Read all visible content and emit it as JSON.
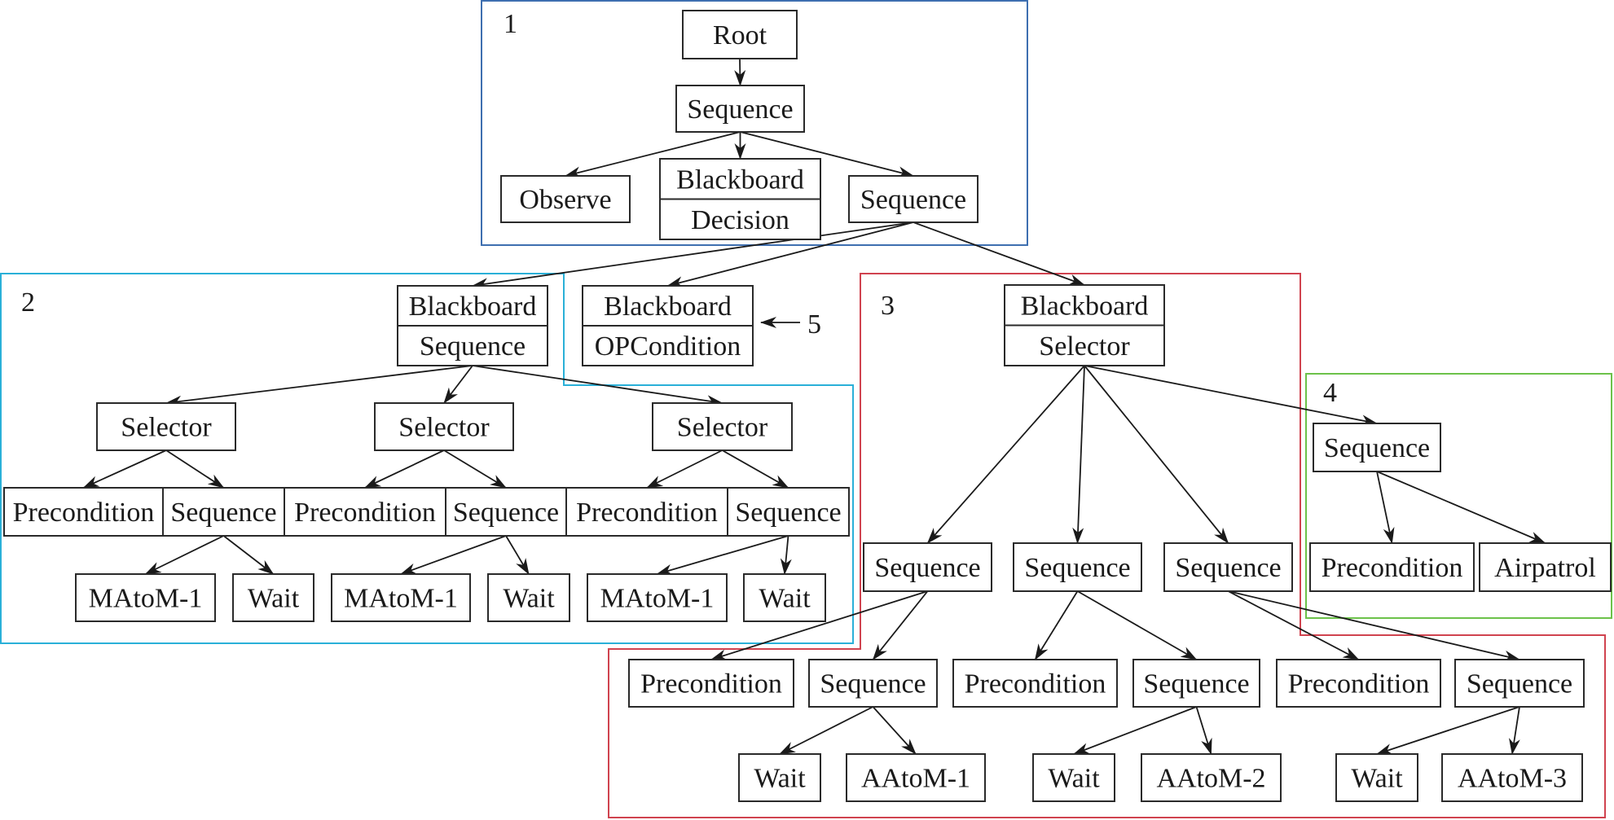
{
  "title": "Behavior tree with five labeled regions",
  "colors": {
    "region1": "#3e6fb0",
    "region2": "#2ab0d8",
    "region3": "#d0434f",
    "region4": "#6cc24a"
  },
  "regions": [
    {
      "id": "1",
      "label": "1"
    },
    {
      "id": "2",
      "label": "2"
    },
    {
      "id": "3",
      "label": "3"
    },
    {
      "id": "4",
      "label": "4"
    },
    {
      "id": "5",
      "label": "5",
      "points_to": "bb_opcond"
    }
  ],
  "nodes": [
    {
      "id": "root",
      "lines": [
        "Root"
      ]
    },
    {
      "id": "seq0",
      "lines": [
        "Sequence"
      ]
    },
    {
      "id": "observe",
      "lines": [
        "Observe"
      ]
    },
    {
      "id": "bb_decision",
      "lines": [
        "Blackboard",
        "Decision"
      ]
    },
    {
      "id": "seq1",
      "lines": [
        "Sequence"
      ]
    },
    {
      "id": "bb_seq",
      "lines": [
        "Blackboard",
        "Sequence"
      ]
    },
    {
      "id": "bb_opcond",
      "lines": [
        "Blackboard",
        "OPCondition"
      ]
    },
    {
      "id": "bb_sel",
      "lines": [
        "Blackboard",
        "Selector"
      ]
    },
    {
      "id": "sel_a",
      "lines": [
        "Selector"
      ]
    },
    {
      "id": "sel_b",
      "lines": [
        "Selector"
      ]
    },
    {
      "id": "sel_c",
      "lines": [
        "Selector"
      ]
    },
    {
      "id": "pre_a",
      "lines": [
        "Precondition"
      ]
    },
    {
      "id": "seq_a",
      "lines": [
        "Sequence"
      ]
    },
    {
      "id": "pre_b",
      "lines": [
        "Precondition"
      ]
    },
    {
      "id": "seq_b",
      "lines": [
        "Sequence"
      ]
    },
    {
      "id": "pre_c",
      "lines": [
        "Precondition"
      ]
    },
    {
      "id": "seq_c",
      "lines": [
        "Sequence"
      ]
    },
    {
      "id": "matom_a",
      "lines": [
        "MAtoM-1"
      ]
    },
    {
      "id": "wait_a",
      "lines": [
        "Wait"
      ]
    },
    {
      "id": "matom_b",
      "lines": [
        "MAtoM-1"
      ]
    },
    {
      "id": "wait_b",
      "lines": [
        "Wait"
      ]
    },
    {
      "id": "matom_c",
      "lines": [
        "MAtoM-1"
      ]
    },
    {
      "id": "wait_c",
      "lines": [
        "Wait"
      ]
    },
    {
      "id": "s3_seq1",
      "lines": [
        "Sequence"
      ]
    },
    {
      "id": "s3_seq2",
      "lines": [
        "Sequence"
      ]
    },
    {
      "id": "s3_seq3",
      "lines": [
        "Sequence"
      ]
    },
    {
      "id": "s3_pre1",
      "lines": [
        "Precondition"
      ]
    },
    {
      "id": "s3_sub1",
      "lines": [
        "Sequence"
      ]
    },
    {
      "id": "s3_pre2",
      "lines": [
        "Precondition"
      ]
    },
    {
      "id": "s3_sub2",
      "lines": [
        "Sequence"
      ]
    },
    {
      "id": "s3_pre3",
      "lines": [
        "Precondition"
      ]
    },
    {
      "id": "s3_sub3",
      "lines": [
        "Sequence"
      ]
    },
    {
      "id": "s3_wait1",
      "lines": [
        "Wait"
      ]
    },
    {
      "id": "aatom1",
      "lines": [
        "AAtoM-1"
      ]
    },
    {
      "id": "s3_wait2",
      "lines": [
        "Wait"
      ]
    },
    {
      "id": "aatom2",
      "lines": [
        "AAtoM-2"
      ]
    },
    {
      "id": "s3_wait3",
      "lines": [
        "Wait"
      ]
    },
    {
      "id": "aatom3",
      "lines": [
        "AAtoM-3"
      ]
    },
    {
      "id": "s4_seq",
      "lines": [
        "Sequence"
      ]
    },
    {
      "id": "s4_pre",
      "lines": [
        "Precondition"
      ]
    },
    {
      "id": "airpatrol",
      "lines": [
        "Airpatrol"
      ]
    }
  ],
  "edges": [
    [
      "root",
      "seq0"
    ],
    [
      "seq0",
      "observe"
    ],
    [
      "seq0",
      "bb_decision"
    ],
    [
      "seq0",
      "seq1"
    ],
    [
      "seq1",
      "bb_seq"
    ],
    [
      "seq1",
      "bb_opcond"
    ],
    [
      "seq1",
      "bb_sel"
    ],
    [
      "bb_seq",
      "sel_a"
    ],
    [
      "bb_seq",
      "sel_b"
    ],
    [
      "bb_seq",
      "sel_c"
    ],
    [
      "sel_a",
      "pre_a"
    ],
    [
      "sel_a",
      "seq_a"
    ],
    [
      "sel_b",
      "pre_b"
    ],
    [
      "sel_b",
      "seq_b"
    ],
    [
      "sel_c",
      "pre_c"
    ],
    [
      "sel_c",
      "seq_c"
    ],
    [
      "seq_a",
      "matom_a"
    ],
    [
      "seq_a",
      "wait_a"
    ],
    [
      "seq_b",
      "matom_b"
    ],
    [
      "seq_b",
      "wait_b"
    ],
    [
      "seq_c",
      "matom_c"
    ],
    [
      "seq_c",
      "wait_c"
    ],
    [
      "bb_sel",
      "s3_seq1"
    ],
    [
      "bb_sel",
      "s3_seq2"
    ],
    [
      "bb_sel",
      "s3_seq3"
    ],
    [
      "bb_sel",
      "s4_seq"
    ],
    [
      "s3_seq1",
      "s3_pre1"
    ],
    [
      "s3_seq1",
      "s3_sub1"
    ],
    [
      "s3_seq2",
      "s3_pre2"
    ],
    [
      "s3_seq2",
      "s3_sub2"
    ],
    [
      "s3_seq3",
      "s3_pre3"
    ],
    [
      "s3_seq3",
      "s3_sub3"
    ],
    [
      "s3_sub1",
      "s3_wait1"
    ],
    [
      "s3_sub1",
      "aatom1"
    ],
    [
      "s3_sub2",
      "s3_wait2"
    ],
    [
      "s3_sub2",
      "aatom2"
    ],
    [
      "s3_sub3",
      "s3_wait3"
    ],
    [
      "s3_sub3",
      "aatom3"
    ],
    [
      "s4_seq",
      "s4_pre"
    ],
    [
      "s4_seq",
      "airpatrol"
    ]
  ]
}
